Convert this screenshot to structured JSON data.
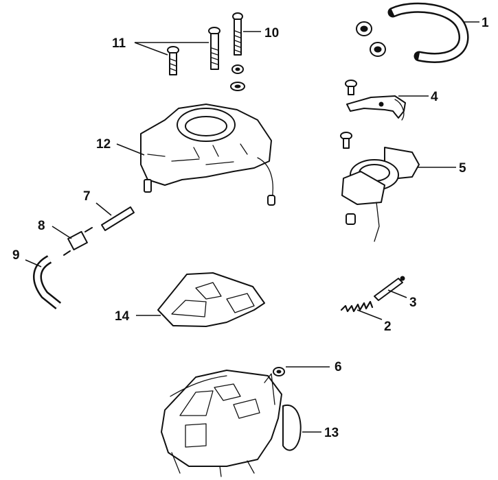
{
  "callouts": {
    "c1": "1",
    "c2": "2",
    "c3": "3",
    "c4": "4",
    "c5": "5",
    "c6": "6",
    "c7": "7",
    "c8": "8",
    "c9": "9",
    "c10": "10",
    "c11": "11",
    "c12": "12",
    "c13": "13",
    "c14": "14"
  },
  "icons": {
    "hose": "hose-icon",
    "bolt": "bolt-icon",
    "carburetor": "carburetor-icon",
    "gasket": "gasket-icon",
    "fuel_pump": "fuel-pump-icon"
  }
}
